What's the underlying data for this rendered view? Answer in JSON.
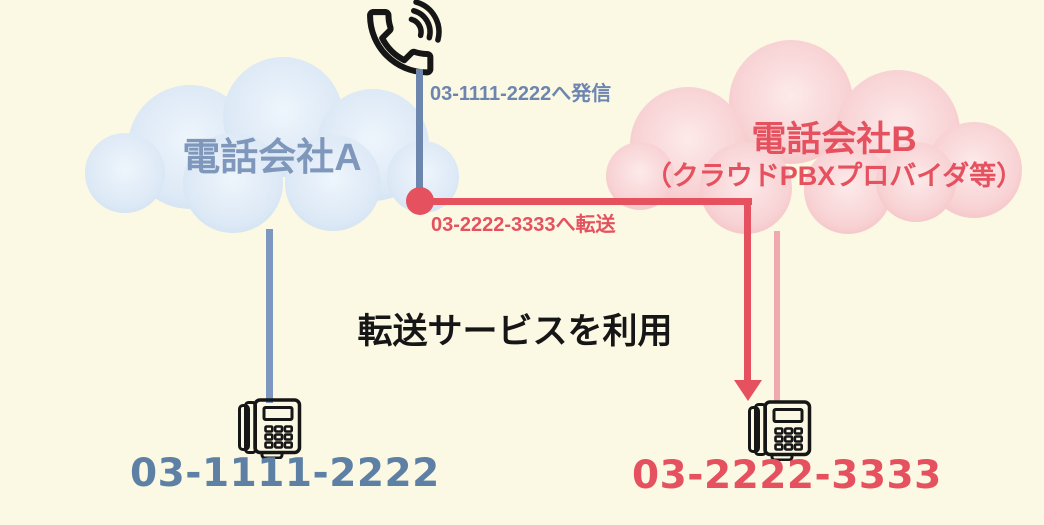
{
  "caption": {
    "text": "転送サービスを利用"
  },
  "caller": {
    "label": "03-1111-2222へ発信"
  },
  "forward": {
    "label": "03-2222-3333へ転送"
  },
  "company_a": {
    "name": "電話会社A",
    "phone_number": "03-1111-2222"
  },
  "company_b": {
    "name": "電話会社B",
    "subtitle": "（クラウドPBXプロバイダ等）",
    "phone_number": "03-2222-3333"
  },
  "icons": {
    "caller_icon": "ringing-handset-icon",
    "company_a_phone_icon": "desk-phone-icon",
    "company_b_phone_icon": "desk-phone-icon"
  },
  "colors": {
    "bg": "#FBF8E3",
    "ink": "#161616",
    "blue_line": "#6d86ad",
    "blue_label": "#6d86af",
    "blue_name": "#7e97bb",
    "blue_number": "#5e80a5",
    "blue_connector": "#7d98c0",
    "cloud_blue": "#dde9f6",
    "cloud_blue_hi": "#eef5fc",
    "cloud_blue_edge": "#cfe0f0",
    "red": "#e5515e",
    "pink_connector": "#efa9af",
    "cloud_pink": "#f8d2d4",
    "cloud_pink_hi": "#fdeaea",
    "cloud_pink_edge": "#f3bfc3"
  }
}
